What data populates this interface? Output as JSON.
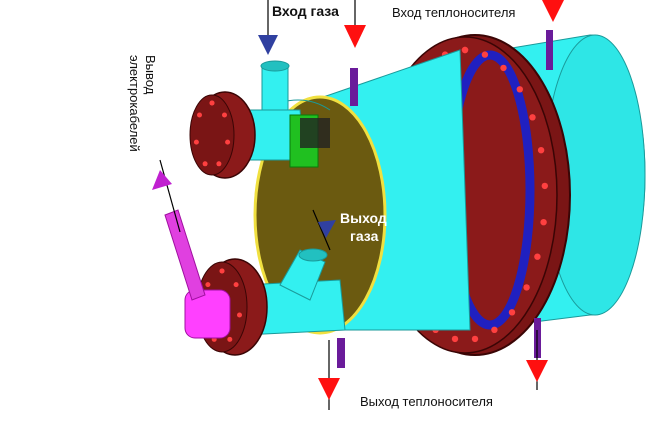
{
  "labels": {
    "gas_in": "Вход газа",
    "coolant_in": "Вход теплоносителя",
    "gas_out_line1": "Выход",
    "gas_out_line2": "газа",
    "coolant_out": "Выход теплоносителя",
    "cable_out_line1": "Вывод",
    "cable_out_line2": "электрокабелей"
  },
  "colors": {
    "shell": "#33f0f0",
    "flange": "#8b1a1a",
    "bolt": "#ff4040",
    "end_cap": "#6b5a10",
    "end_cap_rim": "#f0e040",
    "blue_ring": "#2020c0",
    "arrow_red": "#ff1010",
    "arrow_blue": "#3040a0",
    "arrow_magenta": "#c020d0",
    "stub_purple": "#6a1b9a",
    "cable_pipe": "#e040e0",
    "green_block": "#20c020"
  },
  "icons": {
    "gas_in_arrow": "arrow-down-icon",
    "gas_out_arrow": "arrow-down-icon",
    "coolant_in_arrows": "arrow-down-icon",
    "coolant_out_arrows": "arrow-down-icon",
    "cable_out_arrow": "arrow-up-icon"
  }
}
